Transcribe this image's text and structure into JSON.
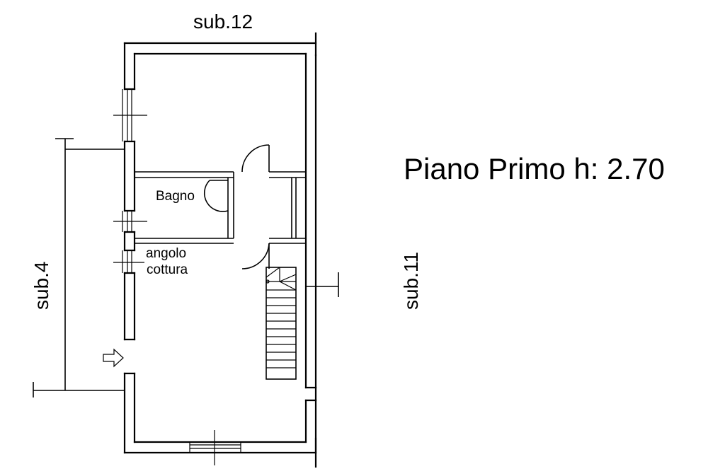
{
  "title": "Piano Primo h: 2.70",
  "neighbours": {
    "top": "sub.12",
    "left": "sub.4",
    "right": "sub.11"
  },
  "rooms": {
    "bathroom": "Bagno",
    "kitchenette_line1": "angolo",
    "kitchenette_line2": "cottura"
  },
  "colors": {
    "ink": "#000000",
    "background": "#ffffff"
  },
  "icons": {
    "entrance": "entrance-arrow-icon",
    "stair": "staircase-icon"
  }
}
